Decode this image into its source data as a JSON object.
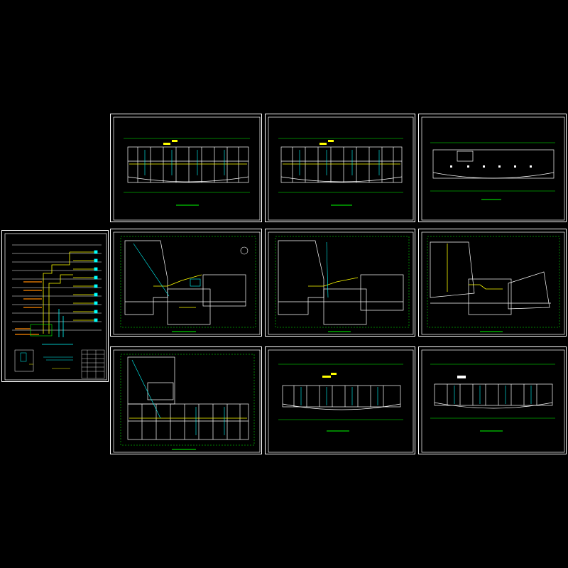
{
  "canvas": {
    "background": "#000000"
  },
  "colors": {
    "border": "#ffffff",
    "dimension": "#00ff00",
    "wall": "#ffffff",
    "cable": "#00ffff",
    "tag": "#ffff00",
    "riser_label": "#ff8800"
  },
  "sheets": [
    {
      "id": "system-riser",
      "kind": "riser"
    },
    {
      "id": "plan-a1",
      "kind": "typical-floor"
    },
    {
      "id": "plan-a2",
      "kind": "typical-floor"
    },
    {
      "id": "plan-a3",
      "kind": "roof-floor"
    },
    {
      "id": "plan-b1",
      "kind": "podium-floor"
    },
    {
      "id": "plan-b2",
      "kind": "podium-floor"
    },
    {
      "id": "plan-b3",
      "kind": "podium-floor"
    },
    {
      "id": "plan-c1",
      "kind": "mixed-floor"
    },
    {
      "id": "plan-c2",
      "kind": "typical-floor"
    },
    {
      "id": "plan-c3",
      "kind": "typical-floor"
    }
  ]
}
